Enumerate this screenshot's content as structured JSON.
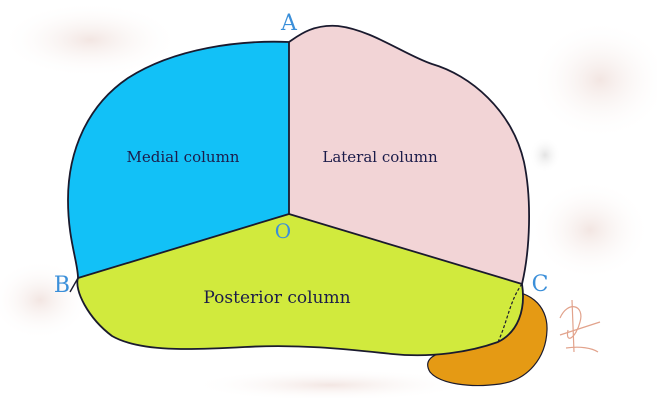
{
  "diagram": {
    "regions": {
      "medial": {
        "label": "Medial column",
        "color": "#12c1f7"
      },
      "lateral": {
        "label": "Lateral column",
        "color": "#f2d4d6"
      },
      "posterior": {
        "label": "Posterior column",
        "color": "#d1ea3d"
      },
      "fibula": {
        "color": "#e59a14"
      }
    },
    "points": {
      "a": "A",
      "b": "B",
      "c": "C",
      "o": "O"
    },
    "colors": {
      "outline": "#1a1a2e",
      "point_label": "#3b8fd9",
      "region_label": "#1c1c4a",
      "background_smudge": "#f3e6e2"
    }
  }
}
